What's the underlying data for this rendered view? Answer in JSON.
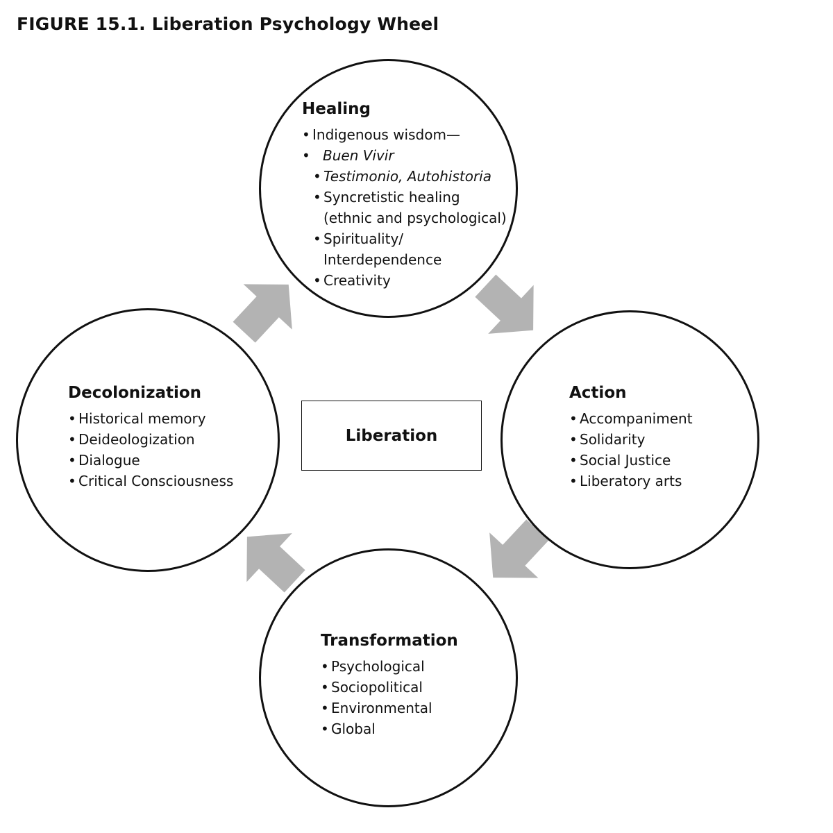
{
  "figure": {
    "title": "FIGURE 15.1. Liberation Psychology Wheel"
  },
  "center": {
    "label": "Liberation"
  },
  "nodes": {
    "healing": {
      "title": "Healing",
      "items": [
        "Indigenous wisdom—",
        "Buen Vivir",
        "Testimonio, Autohistoria",
        "Syncretistic healing",
        "(ethnic and psychological)",
        "Spirituality/",
        "Interdependence",
        "Creativity"
      ]
    },
    "action": {
      "title": "Action",
      "items": [
        "Accompaniment",
        "Solidarity",
        "Social Justice",
        "Liberatory arts"
      ]
    },
    "transformation": {
      "title": "Transformation",
      "items": [
        "Psychological",
        "Sociopolitical",
        "Environmental",
        "Global"
      ]
    },
    "decolonization": {
      "title": "Decolonization",
      "items": [
        "Historical memory",
        "Deideologization",
        "Dialogue",
        "Critical Consciousness"
      ]
    }
  },
  "colors": {
    "stroke": "#111111",
    "arrow_fill": "#b3b3b3",
    "background": "#ffffff"
  }
}
